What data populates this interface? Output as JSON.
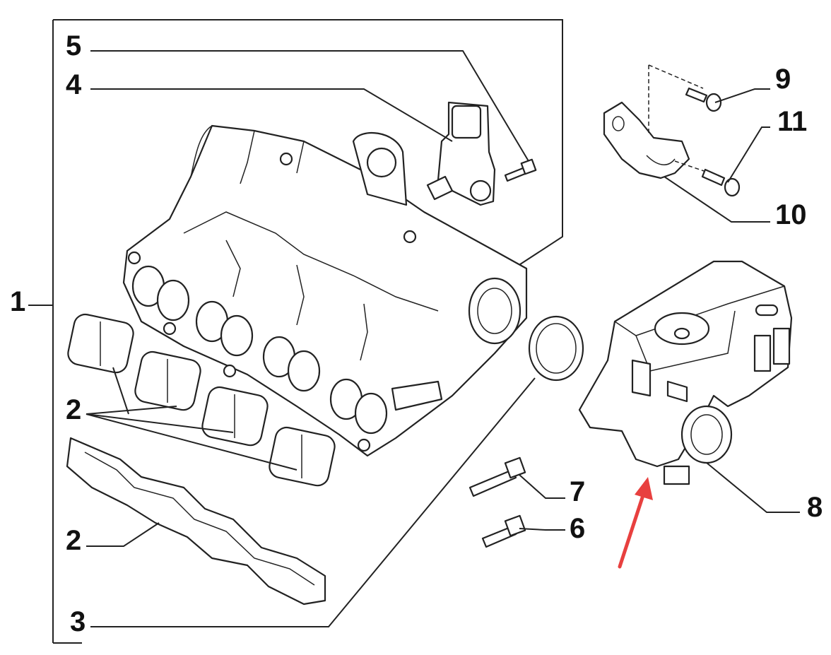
{
  "callouts": {
    "c1": "1",
    "c2a": "2",
    "c2b": "2",
    "c3": "3",
    "c4": "4",
    "c5": "5",
    "c6": "6",
    "c7": "7",
    "c8": "8",
    "c9": "9",
    "c10": "10",
    "c11": "11"
  },
  "colors": {
    "line": "#222222",
    "arrow": "#e8403f",
    "background": "#ffffff"
  },
  "highlight": {
    "type": "arrow",
    "target_callout": "8"
  }
}
